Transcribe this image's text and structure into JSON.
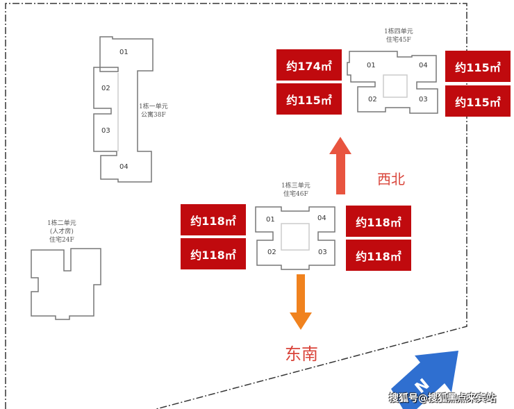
{
  "buildings": [
    {
      "name": "1栋一单元",
      "type": "公寓38F",
      "units": [
        "01",
        "02",
        "03",
        "04"
      ]
    },
    {
      "name": "1栋二单元",
      "sub": "(人才房)",
      "type": "住宅24F"
    },
    {
      "name": "1栋三单元",
      "type": "住宅46F",
      "units": [
        "01",
        "02",
        "03",
        "04"
      ]
    },
    {
      "name": "1栋四单元",
      "type": "住宅45F",
      "units": [
        "01",
        "02",
        "03",
        "04"
      ]
    }
  ],
  "areas": {
    "u4_01": "约174㎡",
    "u4_02": "约115㎡",
    "u4_04": "约115㎡",
    "u4_03": "约115㎡",
    "u3_01": "约118㎡",
    "u3_02": "约118㎡",
    "u3_04": "约118㎡",
    "u3_03": "约118㎡"
  },
  "directions": {
    "northwest": "西北",
    "southeast": "东南",
    "north": "N"
  },
  "watermark": "搜狐号@搜狐黑点来宾站",
  "colors": {
    "red_box": "#c00a0e",
    "northwest_arrow": "#e8543f",
    "southeast_arrow": "#f0821e",
    "north_arrow": "#2f6fd0"
  }
}
